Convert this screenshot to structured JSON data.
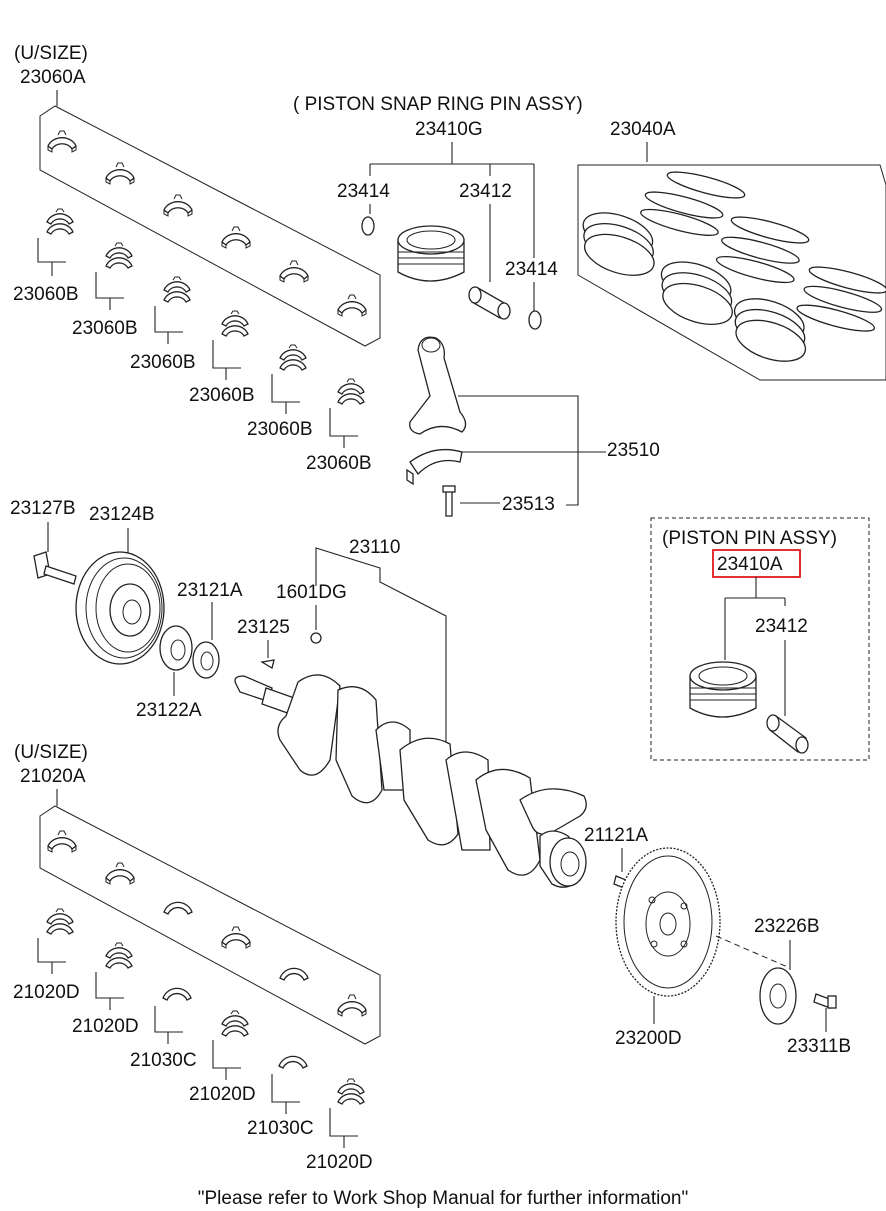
{
  "labels": {
    "usize_top": "(U/SIZE)",
    "p23060A": "23060A",
    "piston_snap_ring_pin_assy": "( PISTON  SNAP RING  PIN ASSY)",
    "p23410G": "23410G",
    "p23414_a": "23414",
    "p23412_a": "23412",
    "p23414_b": "23414",
    "p23040A": "23040A",
    "p23060B_1": "23060B",
    "p23060B_2": "23060B",
    "p23060B_3": "23060B",
    "p23060B_4": "23060B",
    "p23060B_5": "23060B",
    "p23060B_6": "23060B",
    "p23510": "23510",
    "p23513": "23513",
    "p23127B": "23127B",
    "p23124B": "23124B",
    "p23110": "23110",
    "p23121A": "23121A",
    "p1601DG": "1601DG",
    "p23125": "23125",
    "p23122A": "23122A",
    "piston_pin_assy": "(PISTON  PIN ASSY)",
    "p23410A": "23410A",
    "p23412_b": "23412",
    "usize_bottom": "(U/SIZE)",
    "p21020A": "21020A",
    "p21121A": "21121A",
    "p21020D_1": "21020D",
    "p21020D_2": "21020D",
    "p21030C_1": "21030C",
    "p21020D_3": "21020D",
    "p21030C_2": "21030C",
    "p21020D_4": "21020D",
    "p23226B": "23226B",
    "p23200D": "23200D",
    "p23311B": "23311B"
  },
  "footer_note": "\"Please refer to Work Shop Manual for further information\"",
  "highlight": {
    "part": "23410A",
    "color": "#e0191f"
  }
}
